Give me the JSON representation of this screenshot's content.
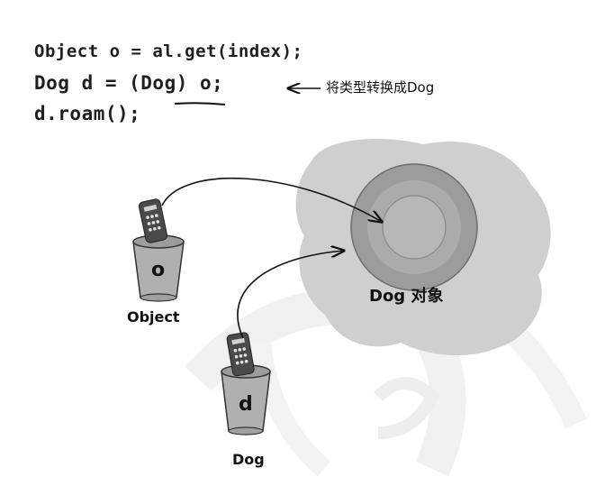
{
  "code": {
    "line1": "Object o = al.get(index);",
    "line2": "Dog d = (Dog) o;",
    "line3": "d.roam();"
  },
  "annotation": {
    "cast_note": "将类型转换成Dog"
  },
  "object_node": {
    "label": "Dog 对象"
  },
  "references": [
    {
      "letter": "o",
      "type_label": "Object"
    },
    {
      "letter": "d",
      "type_label": "Dog"
    }
  ],
  "colors": {
    "blob": "#cfcfcf",
    "object_outer": "#9a9a9a",
    "object_inner": "#b7b7b7",
    "cup": "#b0b0b0",
    "ink": "#1f1f1f"
  }
}
